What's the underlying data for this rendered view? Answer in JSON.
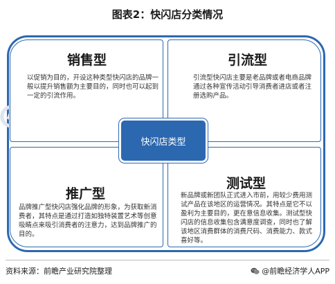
{
  "title": "图表2：快闪店分类情况",
  "center_label": "快闪店类型",
  "quadrants": {
    "top_left": {
      "title": "销售型",
      "text": "以促销为目的，开设这种类型快闪店的品牌一般以提升销售额为主要目的，同时也可以起到一定的引流作用。"
    },
    "top_right": {
      "title": "引流型",
      "text": "引流型快闪店主要是老品牌或者电商品牌通过各种宣传活动引导消费者进店或者注册选购产品。"
    },
    "bottom_left": {
      "title": "推广型",
      "text": "品牌推广型快闪店强化品牌的形象，为获取新消费者，其特点是通过打造如独特装置艺术等创意吸睛点来吸引消费者的注意力，达到品牌推广的目的。"
    },
    "bottom_right": {
      "title": "测试型",
      "text": "新品牌或新团队正式进入市前，用较少费用测试产品在该地区的运营情况。其特点是它不以盈利为主要目的，更在意信息收集。测试型快闪店的信息收集包含满意度调查，同时也了解该地区消费群体的消费尺码、消费能力、款式喜好等。"
    }
  },
  "footer": {
    "source": "资料来源：前瞻产业研究院整理",
    "brand": "@前瞻经济学人APP"
  },
  "colors": {
    "accent": "#2c68b0"
  },
  "icons": {
    "brand_icon": "wechat-icon"
  }
}
